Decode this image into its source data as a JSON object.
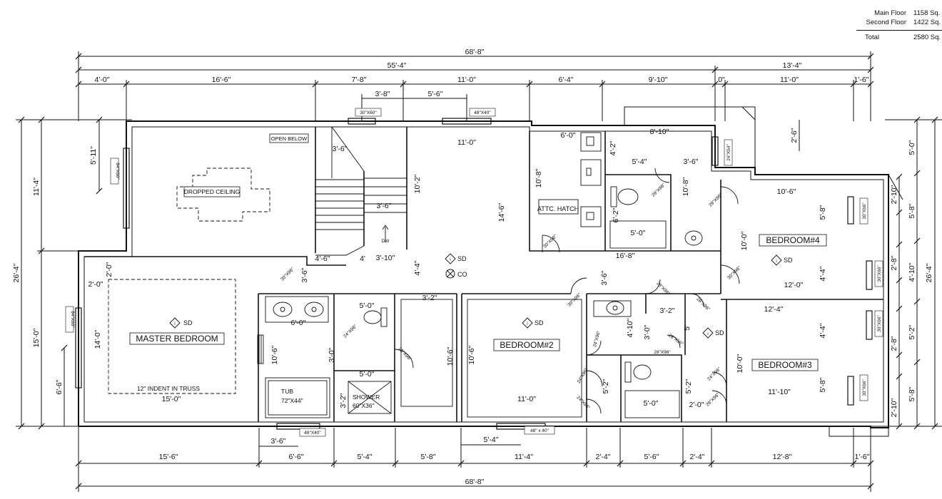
{
  "area_table": {
    "rows": [
      {
        "label": "Main Floor",
        "value": "1158 Sq."
      },
      {
        "label": "Second Floor",
        "value": "1422 Sq."
      }
    ],
    "total": {
      "label": "Total",
      "value": "2580 Sq."
    }
  },
  "dims": {
    "overall_top": "68'-8\"",
    "overall_bottom": "68'-8\"",
    "top_main": "55'-4\"",
    "top_right": "13'-4\"",
    "top_row": [
      "4'-0\"",
      "16'-6\"",
      "7'-8\"",
      "11'-0\"",
      "6'-4\"",
      "9'-10\"",
      "0\"",
      "11'-0\"",
      "1'-6\""
    ],
    "window_offsets": [
      "3'-8\"",
      "5'-6\""
    ],
    "bottom_row": [
      "15'-6\"",
      "6'-6\"",
      "5'-4\"",
      "5'-8\"",
      "11'-4\"",
      "2'-4\"",
      "5'-6\"",
      "2'-4\"",
      "12'-8\"",
      "1'-6\""
    ],
    "bottom_offsets": [
      "3'-6\"",
      "5'-4\""
    ],
    "left_total": "26'-4\"",
    "left_upper": "11'-4\"",
    "left_lower": "15'-0\"",
    "left_window_a": "5'-11\"",
    "left_window_b": "6'-6\"",
    "right_total": "26'-4\"",
    "right_col": [
      "5'-0\"",
      "5'-8\"",
      "4'-10\"",
      "5'-2\"",
      "5'-8\""
    ],
    "right_small": [
      "2'-10\"",
      "2'-8\"",
      "2'-8\"",
      "2'-10\""
    ],
    "right_jog": "2'-6\""
  },
  "rooms": {
    "master": {
      "name": "MASTER BEDROOM",
      "w": "15'-0\"",
      "h": "14'-0\"",
      "note": "12\" INDENT IN TRUSS",
      "offset_a": "2'-0\"",
      "offset_b": "2'-0\""
    },
    "open_below": "OPEN BELOW",
    "dropped_ceiling": "DROPPED CEILING",
    "stair": {
      "w": "3'-6\"",
      "w2": "3'-6\"",
      "landing": "3'-10\"",
      "a": "4'-6\"",
      "b": "4'",
      "h": "3'-6\"",
      "label": "DW"
    },
    "hall": {
      "w": "11'-0\"",
      "h": "10'-2\"",
      "run": "14'-6\"",
      "h2": "4'-4\"",
      "c": "3'-2\""
    },
    "bedroom2": {
      "name": "BEDROOM#2",
      "w": "11'-0\"",
      "h": "10'-6\""
    },
    "bedroom3": {
      "name": "BEDROOM#3",
      "w": "11'-10\"",
      "h": "10'-0\"",
      "d1": "12'-4\"",
      "d2": "4'-4\"",
      "d3": "5'-8\""
    },
    "bedroom4": {
      "name": "BEDROOM#4",
      "w": "10'-6\"",
      "w2": "12'-0\"",
      "h": "10'-0\"",
      "d1": "5'-8\"",
      "d2": "4'-4\""
    },
    "ensuite": {
      "vanity": "6'-0\"",
      "tub": "TUB",
      "tub_size": "72\"X44\"",
      "shower": "SHOWER",
      "shower_size": "60\"X36\"",
      "w1": "5'-0\"",
      "w2": "5'-0\"",
      "h1": "10'-6\"",
      "h2": "3'-0\"",
      "h3": "3'-2\"",
      "h4": "10'-6\""
    },
    "laundry": {
      "hatch": "ATTC. HATCH",
      "w": "6'-0\"",
      "h": "10'-8\"",
      "d": "6'-2\""
    },
    "bath_upper": {
      "w": "8'-10\"",
      "w2": "5'-4\"",
      "w3": "3'-6\"",
      "tub_w": "5'-0\"",
      "h": "10'-8\"",
      "d": "4'-2\"",
      "run": "16'-8\""
    },
    "bath_lower": {
      "w": "5'-0\"",
      "d1": "3'-2\"",
      "d2": "4'-10\"",
      "d3": "3'-0\"",
      "d4": "5'-2\"",
      "d5": "5'-2\"",
      "d6": "2'-0\"",
      "h": "3'-6\"",
      "side": "5'"
    }
  },
  "windows": [
    "30\"X60\"",
    "48\"X40\"",
    "84\"X60\"",
    "84\"X60\"",
    "24\"X54\"",
    "30\"X66\"",
    "30\"X66\"",
    "30\"X66\"",
    "30\"X66\"",
    "48\"X40\"",
    "48\" x 40\""
  ],
  "doors": [
    "30\"X96\"",
    "24\"X96\"",
    "28\"X96\"",
    "30\"X96\"",
    "28\"X96\"",
    "28\"X96\"",
    "30\"X96\"",
    "28\"X96\"",
    "28\"X96\"",
    "24\"X96\"",
    "24\"X96\"",
    "24\"X96\"",
    "30\"X96\"",
    "28\"X96\"",
    "28\"X96\"",
    "24\"X96\"",
    "28\"X96\"",
    "30\"X96\""
  ],
  "symbols": {
    "smoke": "SD",
    "co": "CO",
    "smoke_icon": "smoke-detector-icon",
    "co_icon": "co-detector-icon"
  }
}
